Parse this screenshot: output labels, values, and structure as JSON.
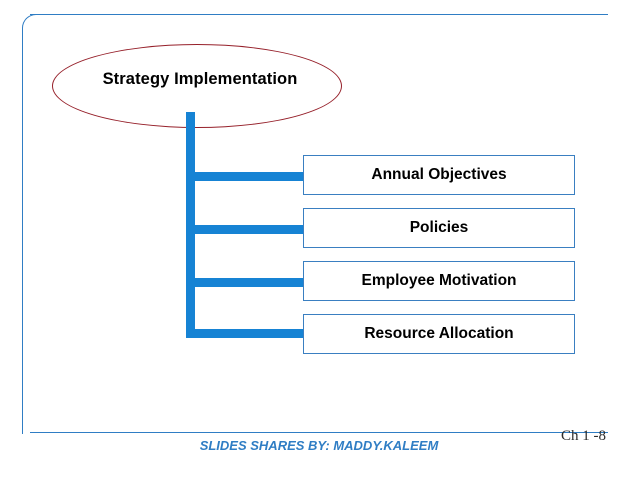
{
  "slide": {
    "title": "Strategy Implementation",
    "nodes": [
      {
        "label": "Annual Objectives"
      },
      {
        "label": "Policies"
      },
      {
        "label": "Employee Motivation"
      },
      {
        "label": "Resource Allocation"
      }
    ],
    "footer_credit": "SLIDES SHARES BY: MADDY.KALEEM",
    "page_number": "Ch 1 -8",
    "colors": {
      "rule": "#2f7dc4",
      "ellipse_border": "#96202a",
      "connector": "#1683d4",
      "box_border": "#3a7fc1",
      "text": "#000000"
    }
  }
}
